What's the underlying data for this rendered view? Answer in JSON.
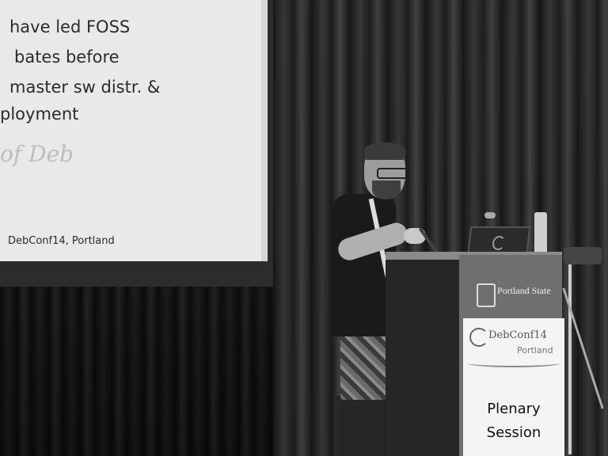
{
  "slide": {
    "lines": [
      "have led FOSS",
      "bates before",
      "master sw distr. &",
      "ployment"
    ],
    "faded_text": "of Deb",
    "footer": "DebConf14, Portland"
  },
  "podium": {
    "university_sign": "Portland State",
    "banner_logo": "DebConf14",
    "banner_city": "Portland",
    "banner_line1": "Plenary",
    "banner_line2": "Session"
  }
}
